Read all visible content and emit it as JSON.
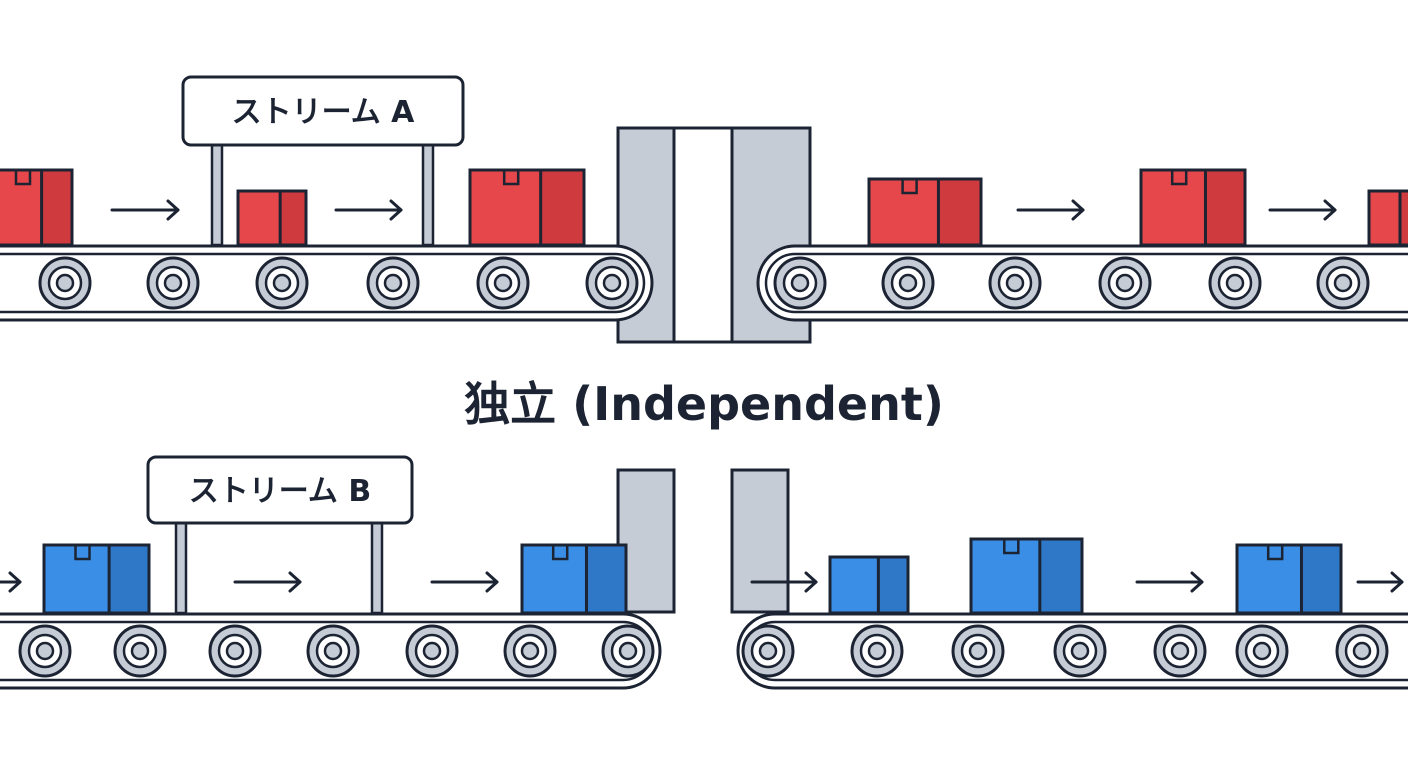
{
  "title": "独立 (Independent)",
  "colors": {
    "outline": "#1c2433",
    "belt_fill": "#ffffff",
    "roller_fill": "#c5ccd6",
    "pillar_fill": "#c5ccd6",
    "stream_a": "#e5474a",
    "stream_a_dark": "#cf3a3e",
    "stream_b": "#3a8ee6",
    "stream_b_dark": "#2f78c8"
  },
  "streams": [
    {
      "id": "a",
      "label": "ストリーム A",
      "color_key": "stream_a"
    },
    {
      "id": "b",
      "label": "ストリーム B",
      "color_key": "stream_b"
    }
  ],
  "icons": [
    "arrow-right-icon",
    "package-box-icon",
    "conveyor-roller-icon"
  ]
}
